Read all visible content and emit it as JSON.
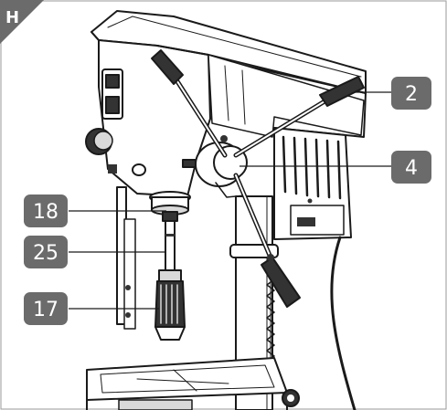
{
  "figure": {
    "section_label": "H",
    "callouts": [
      {
        "id": "2",
        "label": "2"
      },
      {
        "id": "4",
        "label": "4"
      },
      {
        "id": "18",
        "label": "18"
      },
      {
        "id": "25",
        "label": "25"
      },
      {
        "id": "17",
        "label": "17"
      }
    ]
  },
  "colors": {
    "badge": "#6b6b6b",
    "corner": "#6b6b6b",
    "line": "#1a1a1a",
    "fill_light": "#ffffff",
    "fill_mid": "#d9d9d9",
    "fill_dark": "#333333"
  }
}
